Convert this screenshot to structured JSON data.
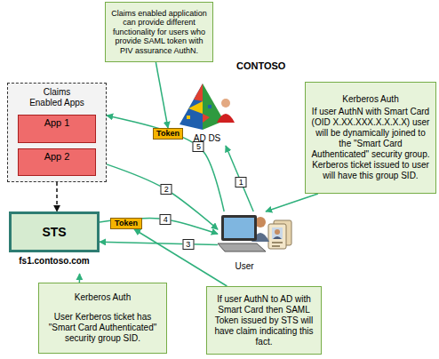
{
  "diagram": {
    "title": "CONTOSO",
    "nodes": [
      {
        "text": [
          "Claims enabled application can provide different functionality for users who provide SAML token with PIV assurance AuthN."
        ]
      },
      {
        "text": [
          "Claims Enabled Apps"
        ]
      },
      {
        "text": [
          "App 1"
        ],
        "in": 1
      },
      {
        "text": [
          "App 2"
        ],
        "in": 1
      },
      {
        "text": [
          "AD DS"
        ]
      },
      {
        "text": [
          "Token"
        ]
      },
      {
        "text": [
          "Kerberos Auth",
          "If user AuthN with Smart Card (OID X.XX.XXX.X.X.X.X) user will be dynamically joined to the \"Smart Card Authenticated\" security group. Kerberos ticket issued to user will have this group SID."
        ]
      },
      {
        "text": [
          "STS",
          "fs1.contoso.com"
        ]
      },
      {
        "text": [
          "Token"
        ]
      },
      {
        "text": [
          "User"
        ]
      },
      {
        "text": [
          "Kerberos Auth",
          "User Kerberos ticket has \"Smart Card Authenticated\" security group SID."
        ]
      },
      {
        "text": [
          "If user AuthN to AD with Smart Card then SAML Token issued by STS will have claim indicating this fact."
        ]
      }
    ],
    "edges": [
      {
        "from": 9,
        "to": 4,
        "label": "1",
        "arrow": "to"
      },
      {
        "from": 1,
        "to": 9,
        "label": "2",
        "arrow": "to"
      },
      {
        "from": 9,
        "to": 7,
        "label": "3",
        "arrow": "to"
      },
      {
        "from": 7,
        "to": 9,
        "label": "4",
        "arrow": "to"
      },
      {
        "from": 9,
        "to": 1,
        "label": "5",
        "arrow": "to"
      },
      {
        "from": 1,
        "to": 7,
        "arrow": "to"
      },
      {
        "from": 0,
        "to": 5,
        "arrow": "to"
      },
      {
        "from": 6,
        "to": 9,
        "arrow": "to"
      },
      {
        "from": 10,
        "to": 7,
        "arrow": "to"
      },
      {
        "from": 11,
        "to": 8,
        "arrow": "to"
      }
    ]
  }
}
